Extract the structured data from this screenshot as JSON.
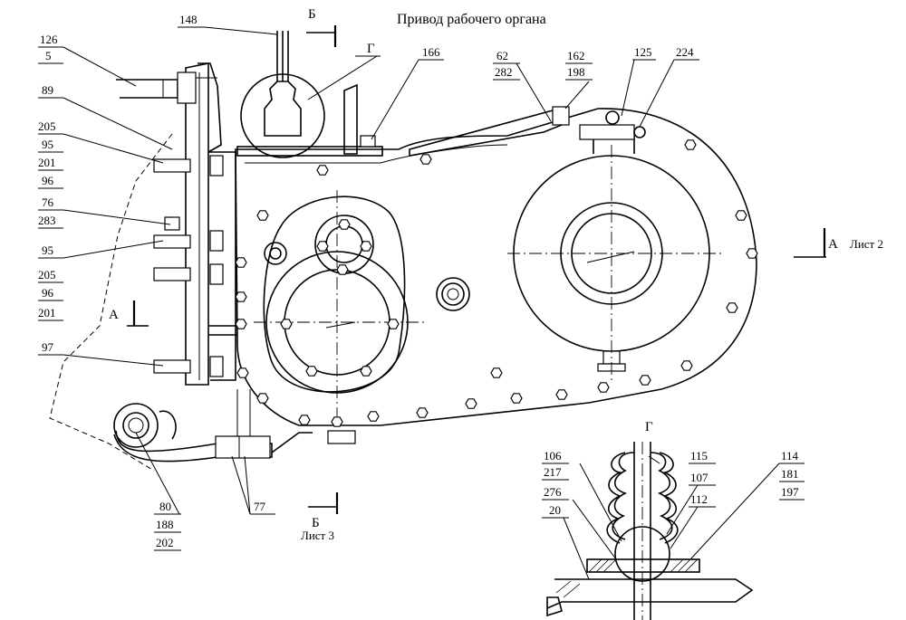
{
  "title": "Привод рабочего органа",
  "section_marks": {
    "b_top": "Б",
    "b_bottom": "Б",
    "g_top": "Г",
    "g_detail": "Г",
    "a_left": "А",
    "a_right": "А"
  },
  "sheet_refs": {
    "right": "Лист 2",
    "bottom": "Лист 3"
  },
  "callouts": {
    "c126": "126",
    "c5": "5",
    "c89": "89",
    "c205a": "205",
    "c95a": "95",
    "c201a": "201",
    "c96a": "96",
    "c76": "76",
    "c283": "283",
    "c95b": "95",
    "c205b": "205",
    "c96b": "96",
    "c201b": "201",
    "c97": "97",
    "c148": "148",
    "c166": "166",
    "c62": "62",
    "c282": "282",
    "c162": "162",
    "c198": "198",
    "c125": "125",
    "c224": "224",
    "c80": "80",
    "c188": "188",
    "c202": "202",
    "c77": "77",
    "c106": "106",
    "c217": "217",
    "c276": "276",
    "c20": "20",
    "c115": "115",
    "c107": "107",
    "c112": "112",
    "c114": "114",
    "c181": "181",
    "c197": "197"
  }
}
